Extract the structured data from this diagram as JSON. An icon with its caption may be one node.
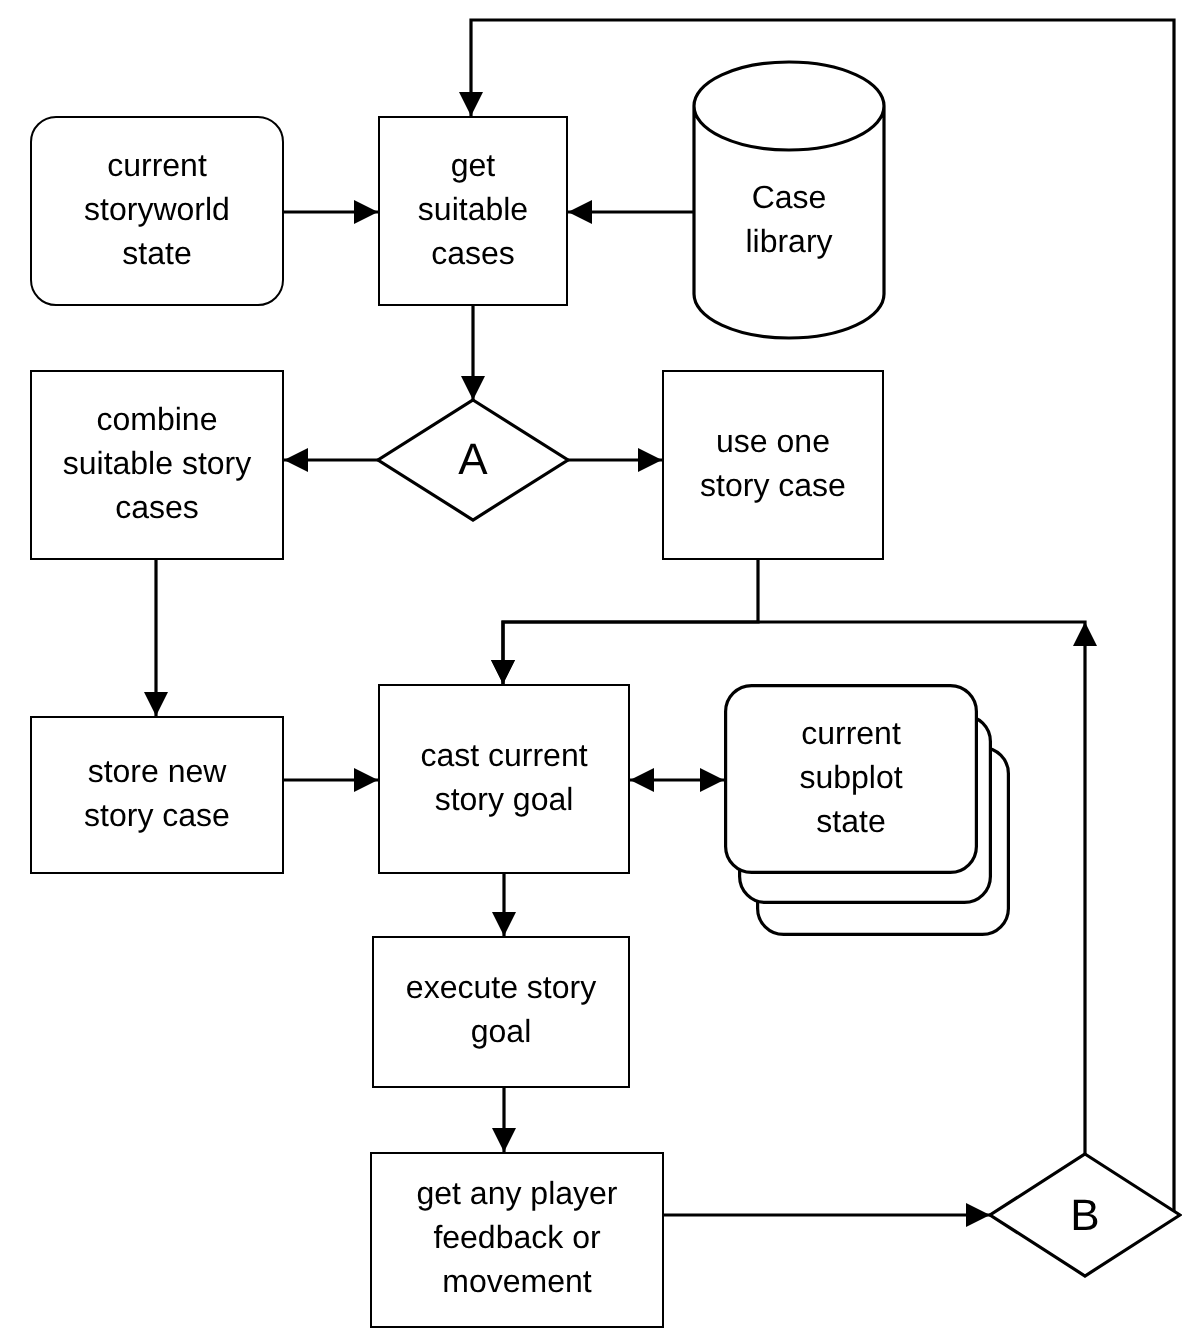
{
  "diagram": {
    "nodes": [
      {
        "text": [
          "current storyworld state"
        ]
      },
      {
        "text": [
          "get suitable cases"
        ]
      },
      {
        "text": [
          "Case library"
        ]
      },
      {
        "text": [
          "A"
        ]
      },
      {
        "text": [
          "combine suitable story cases"
        ]
      },
      {
        "text": [
          "use one story case"
        ]
      },
      {
        "text": [
          "store new story case"
        ]
      },
      {
        "text": [
          "cast current story goal"
        ]
      },
      {
        "text": [
          "current subplot state"
        ]
      },
      {
        "text": [
          "execute story goal"
        ]
      },
      {
        "text": [
          "get any player feedback or movement"
        ]
      },
      {
        "text": [
          "B"
        ]
      }
    ],
    "edges": [
      {
        "from": 0,
        "to": 1,
        "arrow": "to"
      },
      {
        "from": 2,
        "to": 1,
        "arrow": "to"
      },
      {
        "from": 1,
        "to": 3,
        "arrow": "to"
      },
      {
        "from": 3,
        "to": 4,
        "arrow": "to"
      },
      {
        "from": 3,
        "to": 5,
        "arrow": "to"
      },
      {
        "from": 4,
        "to": 6,
        "arrow": "to"
      },
      {
        "from": 6,
        "to": 7,
        "arrow": "to"
      },
      {
        "from": 7,
        "to": 8,
        "arrow": "both"
      },
      {
        "from": 7,
        "to": 9,
        "arrow": "to"
      },
      {
        "from": 9,
        "to": 10,
        "arrow": "to"
      },
      {
        "from": 10,
        "to": 11,
        "arrow": "to"
      },
      {
        "from": 5,
        "to": 7,
        "arrow": "to"
      },
      {
        "from": 11,
        "to": 7,
        "arrow": "to"
      },
      {
        "from": 11,
        "to": 1,
        "arrow": "to"
      }
    ]
  }
}
